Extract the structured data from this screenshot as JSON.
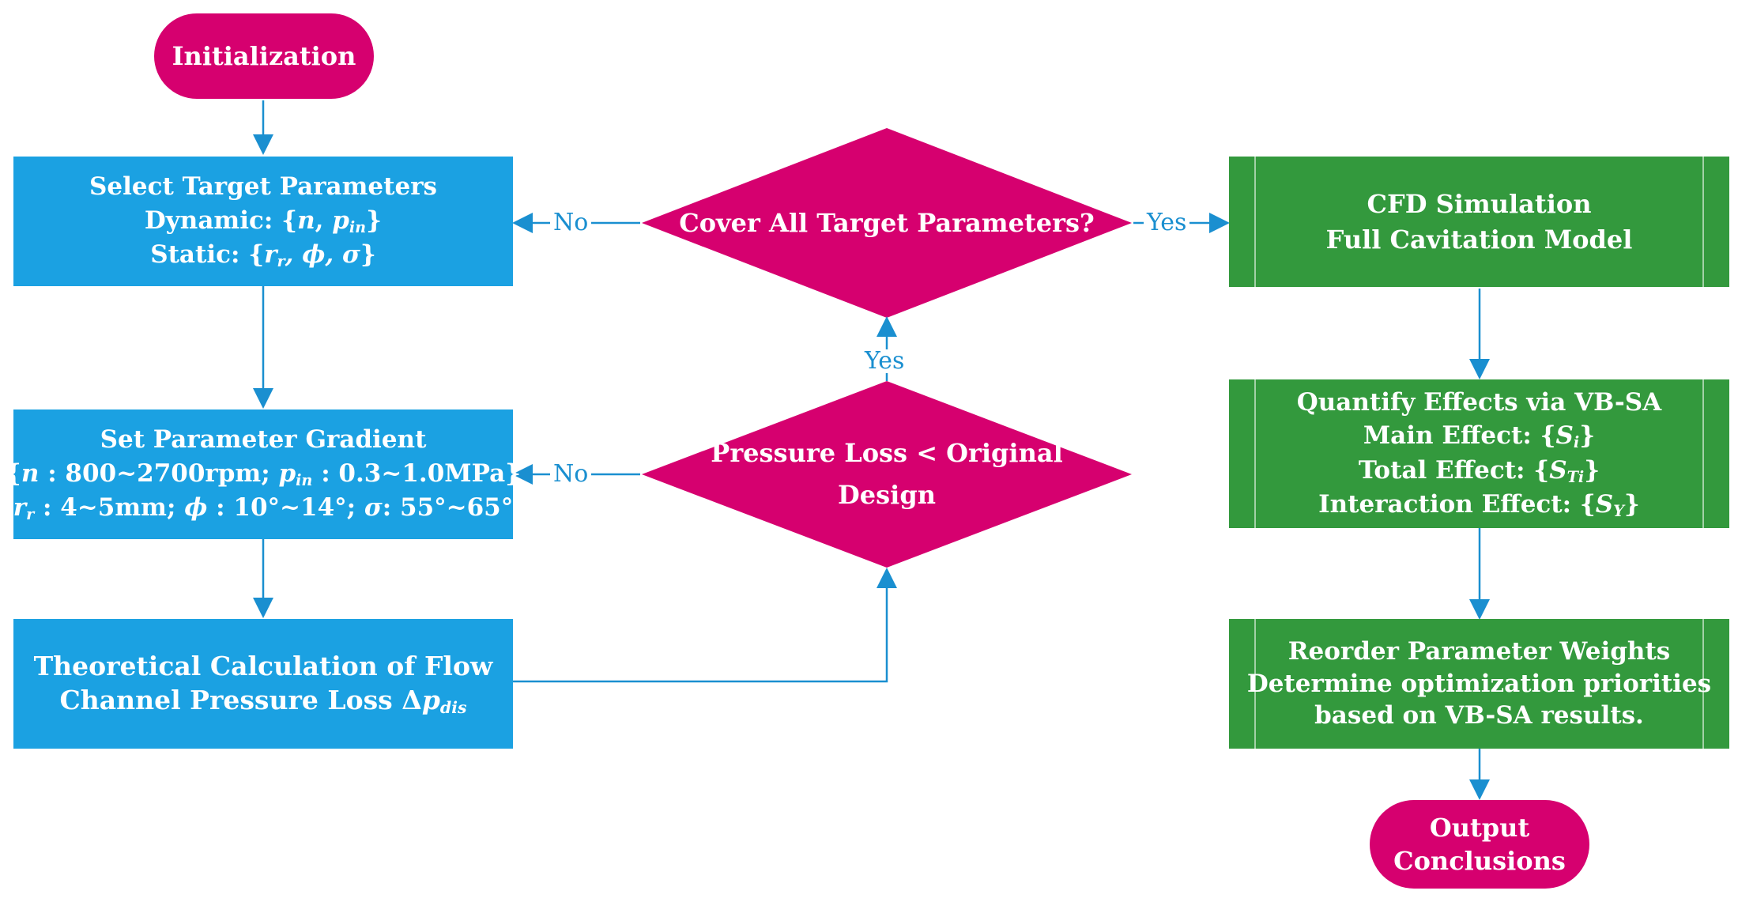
{
  "start": {
    "label": "Initialization"
  },
  "select_params": {
    "title": "Select Target Parameters",
    "dynamic_label": "Dynamic: {",
    "dynamic_n": "n",
    "dynamic_sep": ", ",
    "dynamic_p": "p",
    "dynamic_p_sub": "in",
    "dynamic_close": "}",
    "static_label": "Static: {",
    "static_r": "r",
    "static_r_sub": "r",
    "static_phi": ", ϕ, ",
    "static_sigma": "σ",
    "static_close": "}"
  },
  "gradient": {
    "title": "Set Parameter Gradient",
    "row1_open": "{",
    "row1_n": "n",
    "row1_n_range": " : 800~2700rpm; ",
    "row1_p": "p",
    "row1_p_sub": "in",
    "row1_p_range": " : 0.3~1.0MPa}",
    "row2_open": "{",
    "row2_r": "r",
    "row2_r_sub": "r",
    "row2_r_range": " : 4~5mm; ",
    "row2_phi": "ϕ",
    "row2_phi_range": " : 10°~14°;  ",
    "row2_sigma": "σ",
    "row2_sigma_range": ": 55°~65°}"
  },
  "theoretical": {
    "line1": "Theoretical Calculation of Flow",
    "line2": "Channel Pressure Loss Δ",
    "line2_p": "p",
    "line2_sub": "dis"
  },
  "decision_cover": {
    "text": "Cover All Target Parameters?"
  },
  "decision_pressure": {
    "line1": "Pressure Loss < Original",
    "line2": "Design"
  },
  "labels": {
    "no_top": "No",
    "no_mid": "No",
    "yes_right": "Yes",
    "yes_up": "Yes"
  },
  "cfd": {
    "line1": "CFD Simulation",
    "line2": "Full Cavitation Model"
  },
  "quantify": {
    "title": "Quantify Effects via VB-SA",
    "main_label": "Main Effect: {",
    "main_s": "S",
    "main_sub": "i",
    "main_close": "}",
    "total_label": "Total Effect: {",
    "total_s": "S",
    "total_sub": "Ti",
    "total_close": "}",
    "inter_label": "Interaction Effect: {",
    "inter_s": "S",
    "inter_sub": "Y",
    "inter_close": "}"
  },
  "reorder": {
    "line1": "Reorder Parameter Weights",
    "line2": "Determine optimization priorities",
    "line3": "based on VB-SA results."
  },
  "end": {
    "line1": "Output",
    "line2": "Conclusions"
  },
  "colors": {
    "blue": "#1ba1e2",
    "green": "#33993d",
    "magenta": "#d6006f",
    "arrow": "#1a8fd0"
  }
}
